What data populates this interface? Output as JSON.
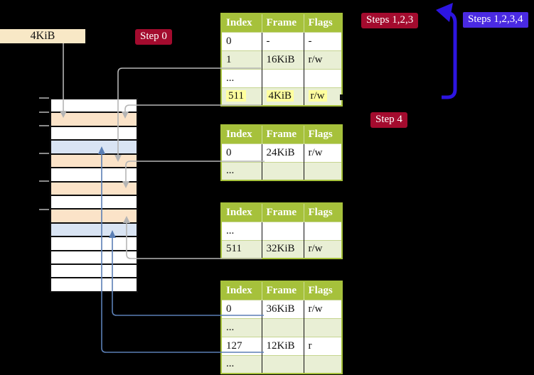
{
  "labels": {
    "page_size": "4KiB",
    "step0": "Step 0",
    "steps123": "Steps 1,2,3",
    "steps1234": "Steps 1,2,3,4",
    "step4": "Step 4"
  },
  "colors": {
    "background": "#000000",
    "wheat": "#f8e8c6",
    "crimson": "#a30b2e",
    "blueviolet": "#4a2ae2",
    "loop_arrow_blue": "#2d15e0",
    "table_header_green": "#a6c13b",
    "table_row_green": "#e9efd5",
    "highlight_yellow": "#ffff9e",
    "mem_white": "#ffffff",
    "mem_peach": "#fbe3c8",
    "mem_blue": "#d9e4f3",
    "connector_gray": "#b5b5b5",
    "connector_steelblue": "#5b7fb5"
  },
  "physical_memory": {
    "rows": [
      {
        "color": "white"
      },
      {
        "color": "peach"
      },
      {
        "color": "white"
      },
      {
        "color": "blue"
      },
      {
        "color": "peach"
      },
      {
        "color": "white"
      },
      {
        "color": "peach"
      },
      {
        "color": "white"
      },
      {
        "color": "peach"
      },
      {
        "color": "blue"
      },
      {
        "color": "white"
      },
      {
        "color": "white"
      },
      {
        "color": "white"
      },
      {
        "color": "white"
      }
    ],
    "tick_rows": [
      1,
      2,
      3,
      5,
      7,
      9
    ]
  },
  "tables": [
    {
      "id": "table1",
      "columns": [
        "Index",
        "Frame",
        "Flags"
      ],
      "rows": [
        {
          "cells": [
            "0",
            "-",
            "-"
          ],
          "highlight": false
        },
        {
          "cells": [
            "1",
            "16KiB",
            "r/w"
          ],
          "highlight": false
        },
        {
          "cells": [
            "...",
            "",
            ""
          ],
          "highlight": false
        },
        {
          "cells": [
            "511",
            "4KiB",
            "r/w"
          ],
          "highlight": true
        }
      ]
    },
    {
      "id": "table2",
      "columns": [
        "Index",
        "Frame",
        "Flags"
      ],
      "rows": [
        {
          "cells": [
            "0",
            "24KiB",
            "r/w"
          ],
          "highlight": false
        },
        {
          "cells": [
            "...",
            "",
            ""
          ],
          "highlight": false
        }
      ]
    },
    {
      "id": "table3",
      "columns": [
        "Index",
        "Frame",
        "Flags"
      ],
      "rows": [
        {
          "cells": [
            "...",
            "",
            ""
          ],
          "highlight": false
        },
        {
          "cells": [
            "511",
            "32KiB",
            "r/w"
          ],
          "highlight": false
        }
      ]
    },
    {
      "id": "table4",
      "columns": [
        "Index",
        "Frame",
        "Flags"
      ],
      "rows": [
        {
          "cells": [
            "0",
            "36KiB",
            "r/w"
          ],
          "highlight": false
        },
        {
          "cells": [
            "...",
            "",
            ""
          ],
          "highlight": false
        },
        {
          "cells": [
            "127",
            "12KiB",
            "r"
          ],
          "highlight": false
        },
        {
          "cells": [
            "...",
            "",
            ""
          ],
          "highlight": false
        }
      ]
    }
  ],
  "connectors": [
    {
      "id": "conn-4kib-label",
      "from": "4KiB label",
      "to": "memory row 2",
      "color": "gray"
    },
    {
      "id": "conn-t1-row1",
      "from": "table1 entry 1 (16KiB)",
      "to": "memory row 5",
      "color": "gray"
    },
    {
      "id": "conn-t1-row511",
      "from": "table1 entry 511 (4KiB)",
      "to": "memory row 2",
      "color": "gray"
    },
    {
      "id": "conn-t2-row0",
      "from": "table2 entry 0 (24KiB)",
      "to": "memory row 7",
      "color": "gray"
    },
    {
      "id": "conn-t3-row511",
      "from": "table3 entry 511 (32KiB)",
      "to": "memory row 9",
      "color": "gray"
    },
    {
      "id": "conn-t4-row0",
      "from": "table4 entry 0 (36KiB)",
      "to": "memory row 10",
      "color": "steelblue"
    },
    {
      "id": "conn-t4-row127",
      "from": "table4 entry 127 (12KiB)",
      "to": "memory row 4",
      "color": "steelblue"
    },
    {
      "id": "loop-arrow",
      "from": "Step 4",
      "to": "Steps 1,2,3",
      "color": "loopblue"
    }
  ]
}
